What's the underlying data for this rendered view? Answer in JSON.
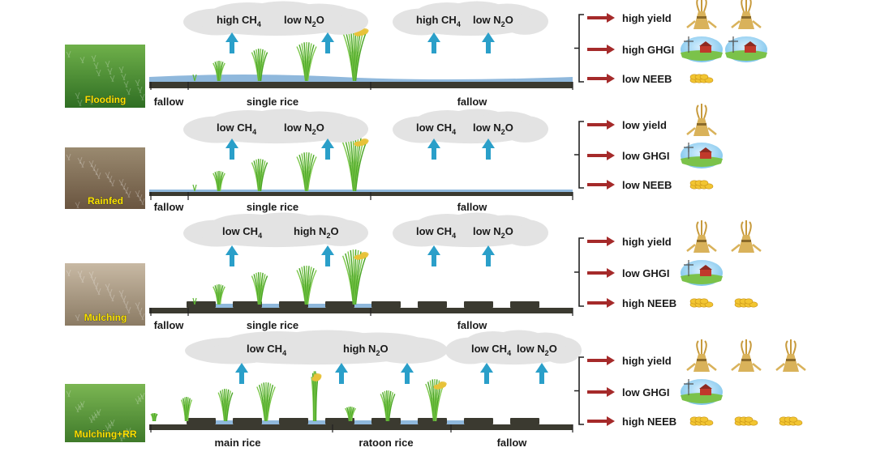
{
  "scenarios": [
    {
      "name": "Flooding",
      "clouds": [
        {
          "left": "high CH",
          "left_sub": "4",
          "right": "low N",
          "right_sub": "2",
          "right_tail": "O"
        },
        {
          "left": "high CH",
          "left_sub": "4",
          "right": "low N",
          "right_sub": "2",
          "right_tail": "O"
        }
      ],
      "segments": [
        "fallow",
        "single rice",
        "fallow"
      ],
      "outcomes": [
        "high yield",
        "high GHGI",
        "low NEEB"
      ],
      "icon_counts": [
        2,
        2,
        1
      ]
    },
    {
      "name": "Rainfed",
      "clouds": [
        {
          "left": "low CH",
          "left_sub": "4",
          "right": "low N",
          "right_sub": "2",
          "right_tail": "O"
        },
        {
          "left": "low CH",
          "left_sub": "4",
          "right": "low N",
          "right_sub": "2",
          "right_tail": "O"
        }
      ],
      "segments": [
        "fallow",
        "single rice",
        "fallow"
      ],
      "outcomes": [
        "low yield",
        "low GHGI",
        "low NEEB"
      ],
      "icon_counts": [
        1,
        1,
        1
      ]
    },
    {
      "name": "Mulching",
      "clouds": [
        {
          "left": "low CH",
          "left_sub": "4",
          "right": "high N",
          "right_sub": "2",
          "right_tail": "O"
        },
        {
          "left": "low CH",
          "left_sub": "4",
          "right": "low N",
          "right_sub": "2",
          "right_tail": "O"
        }
      ],
      "segments": [
        "fallow",
        "single rice",
        "fallow"
      ],
      "outcomes": [
        "high yield",
        "low GHGI",
        "high NEEB"
      ],
      "icon_counts": [
        2,
        1,
        2
      ]
    },
    {
      "name": "Mulching+RR",
      "clouds": [
        {
          "left": "low CH",
          "left_sub": "4",
          "right": "high N",
          "right_sub": "2",
          "right_tail": "O"
        },
        {
          "left": "low CH",
          "left_sub": "4",
          "right": "low N",
          "right_sub": "2",
          "right_tail": "O"
        }
      ],
      "segments": [
        "main rice",
        "ratoon rice",
        "fallow"
      ],
      "outcomes": [
        "high yield",
        "low GHGI",
        "high NEEB"
      ],
      "icon_counts": [
        3,
        1,
        3
      ]
    }
  ],
  "colors": {
    "water": "#8fb8dc",
    "soil": "#3b3a30",
    "up_arrow": "#2a9fc9",
    "red_arrow": "#a52a2a",
    "cloud": "#e3e3e3",
    "plant": "#5cb531",
    "label_yellow": "#ffe600"
  }
}
